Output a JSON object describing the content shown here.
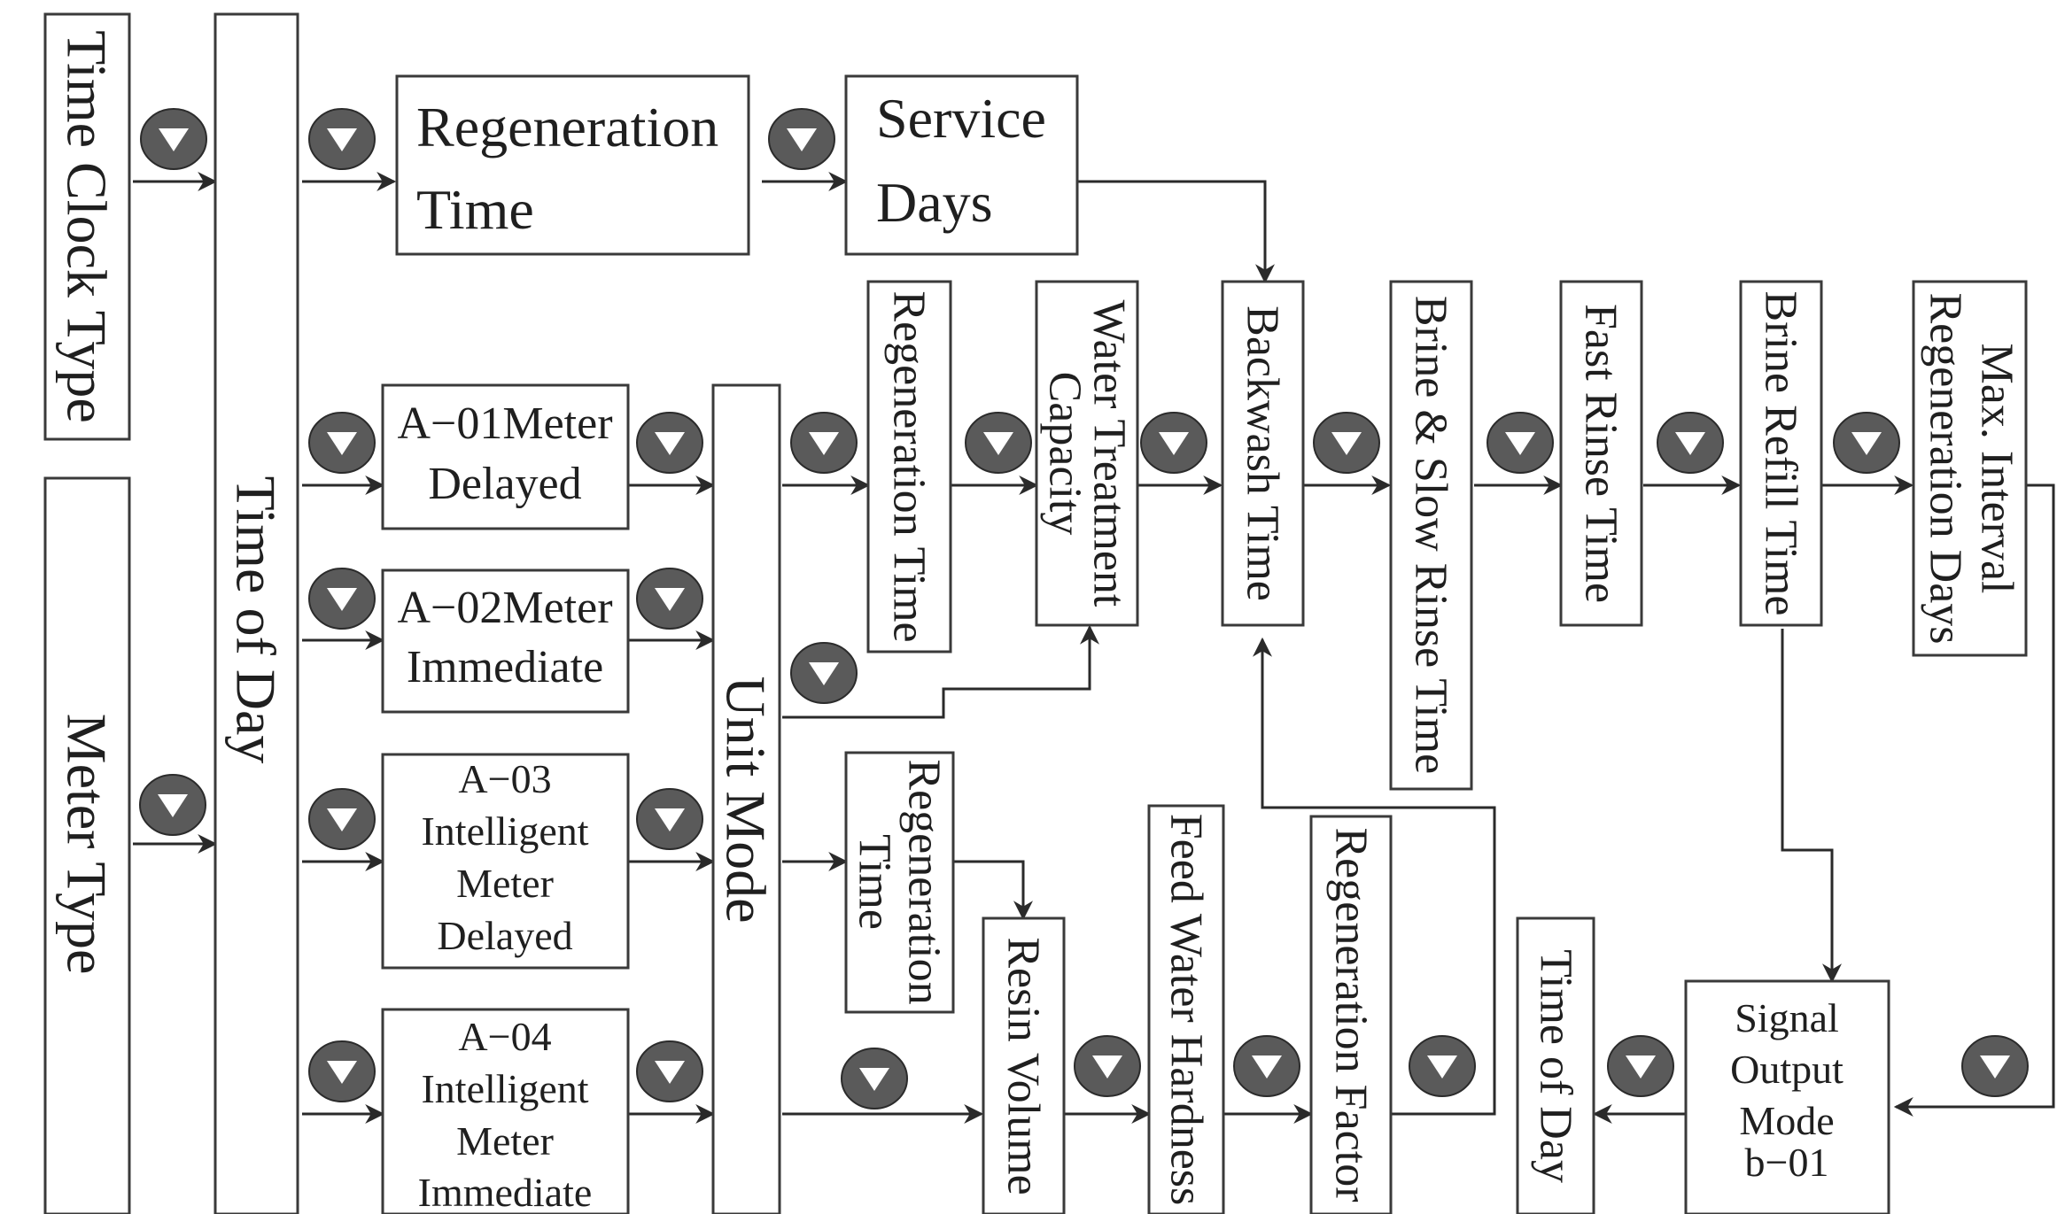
{
  "boxes": {
    "time_clock_type": "Time Clock Type",
    "meter_type": "Meter Type",
    "time_of_day_main": "Time of Day",
    "regeneration_time_top": [
      "Regeneration",
      "Time"
    ],
    "service_days": [
      "Service",
      "Days"
    ],
    "a01": [
      "A−01Meter",
      "Delayed"
    ],
    "a02": [
      "A−02Meter",
      "Immediate"
    ],
    "a03": [
      "A−03",
      "Intelligent",
      "Meter",
      "Delayed"
    ],
    "a04": [
      "A−04",
      "Intelligent",
      "Meter",
      "Immediate"
    ],
    "unit_mode": "Unit Mode",
    "regeneration_time_mid": "Regeneration Time",
    "water_treatment_capacity": [
      "Water Treatment",
      "Capacity"
    ],
    "backwash_time": "Backwash Time",
    "brine_slow_rinse_time": "Brine & Slow Rinse Time",
    "fast_rinse_time": "Fast Rinse Time",
    "brine_refill_time": "Brine Refill Time",
    "max_interval_regeneration_days": [
      "Max. Interval",
      "Regeneration Days"
    ],
    "regeneration_time_low": [
      "Regeneration",
      "Time"
    ],
    "resin_volume": "Resin Volume",
    "feed_water_hardness": "Feed Water Hardness",
    "regeneration_factor": "Regeneration Factor",
    "time_of_day_low": "Time of Day",
    "signal_output_mode": [
      "Signal",
      "Output",
      "Mode",
      "b−01"
    ]
  },
  "colors": {
    "line": "#2a2a2a",
    "button_fill": "#5a5a5a",
    "button_symbol": "#ffffff"
  },
  "icons": {
    "step_button": "down-triangle-button-icon"
  }
}
